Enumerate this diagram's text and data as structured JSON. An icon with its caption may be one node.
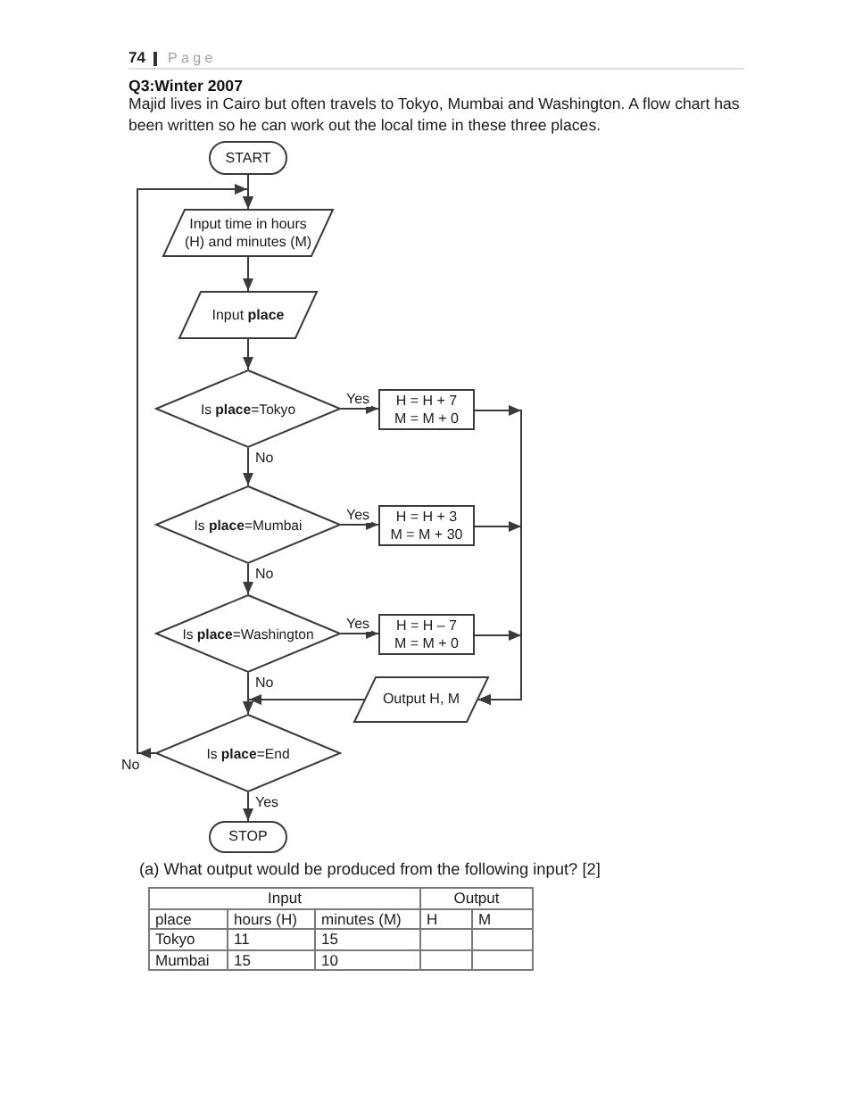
{
  "diagram": {
    "title": "Q3:Winter 2007",
    "nodes": [
      {
        "text": [
          "START"
        ]
      },
      {
        "text": [
          "Input time in hours (H) and minutes (M)"
        ]
      },
      {
        "text": [
          "Input **place**"
        ]
      },
      {
        "text": [
          "Is **place**=Tokyo"
        ]
      },
      {
        "text": [
          "H = H + 7",
          "M = M + 0"
        ]
      },
      {
        "text": [
          "Is **place**=Mumbai"
        ]
      },
      {
        "text": [
          "H = H + 3",
          "M = M + 30"
        ]
      },
      {
        "text": [
          "Is **place**=Washington"
        ]
      },
      {
        "text": [
          "H = H – 7",
          "M = M + 0"
        ]
      },
      {
        "text": [
          "Output H, M"
        ]
      },
      {
        "text": [
          "Is **place**=End"
        ]
      },
      {
        "text": [
          "STOP"
        ]
      }
    ],
    "edges": [
      {
        "from": 0,
        "to": 1,
        "arrow": "to"
      },
      {
        "from": 1,
        "to": 2,
        "arrow": "to"
      },
      {
        "from": 2,
        "to": 3,
        "arrow": "to"
      },
      {
        "from": 3,
        "to": 4,
        "arrow": "to",
        "label": "Yes"
      },
      {
        "from": 3,
        "to": 5,
        "arrow": "to",
        "label": "No"
      },
      {
        "from": 5,
        "to": 6,
        "arrow": "to",
        "label": "Yes"
      },
      {
        "from": 5,
        "to": 7,
        "arrow": "to",
        "label": "No"
      },
      {
        "from": 7,
        "to": 8,
        "arrow": "to",
        "label": "Yes"
      },
      {
        "from": 7,
        "to": 10,
        "arrow": "to",
        "label": "No"
      },
      {
        "from": 4,
        "to": 9,
        "arrow": "to"
      },
      {
        "from": 6,
        "to": 9,
        "arrow": "to"
      },
      {
        "from": 8,
        "to": 9,
        "arrow": "to"
      },
      {
        "from": 9,
        "to": 10,
        "arrow": "to"
      },
      {
        "from": 10,
        "to": 1,
        "arrow": "to",
        "label": "No"
      },
      {
        "from": 10,
        "to": 11,
        "arrow": "to",
        "label": "Yes"
      }
    ],
    "labels": [
      "74",
      "Page",
      "Majid lives in Cairo but often travels to Tokyo, Mumbai and Washington. A flow chart has been written so he can work out the local time in these three places.",
      "(a) What output would be produced from the following input? [2]",
      "Input",
      "Output",
      "place",
      "hours (H)",
      "minutes (M)",
      "H",
      "M",
      "Tokyo",
      "11",
      "15",
      "Mumbai",
      "15",
      "10"
    ]
  }
}
